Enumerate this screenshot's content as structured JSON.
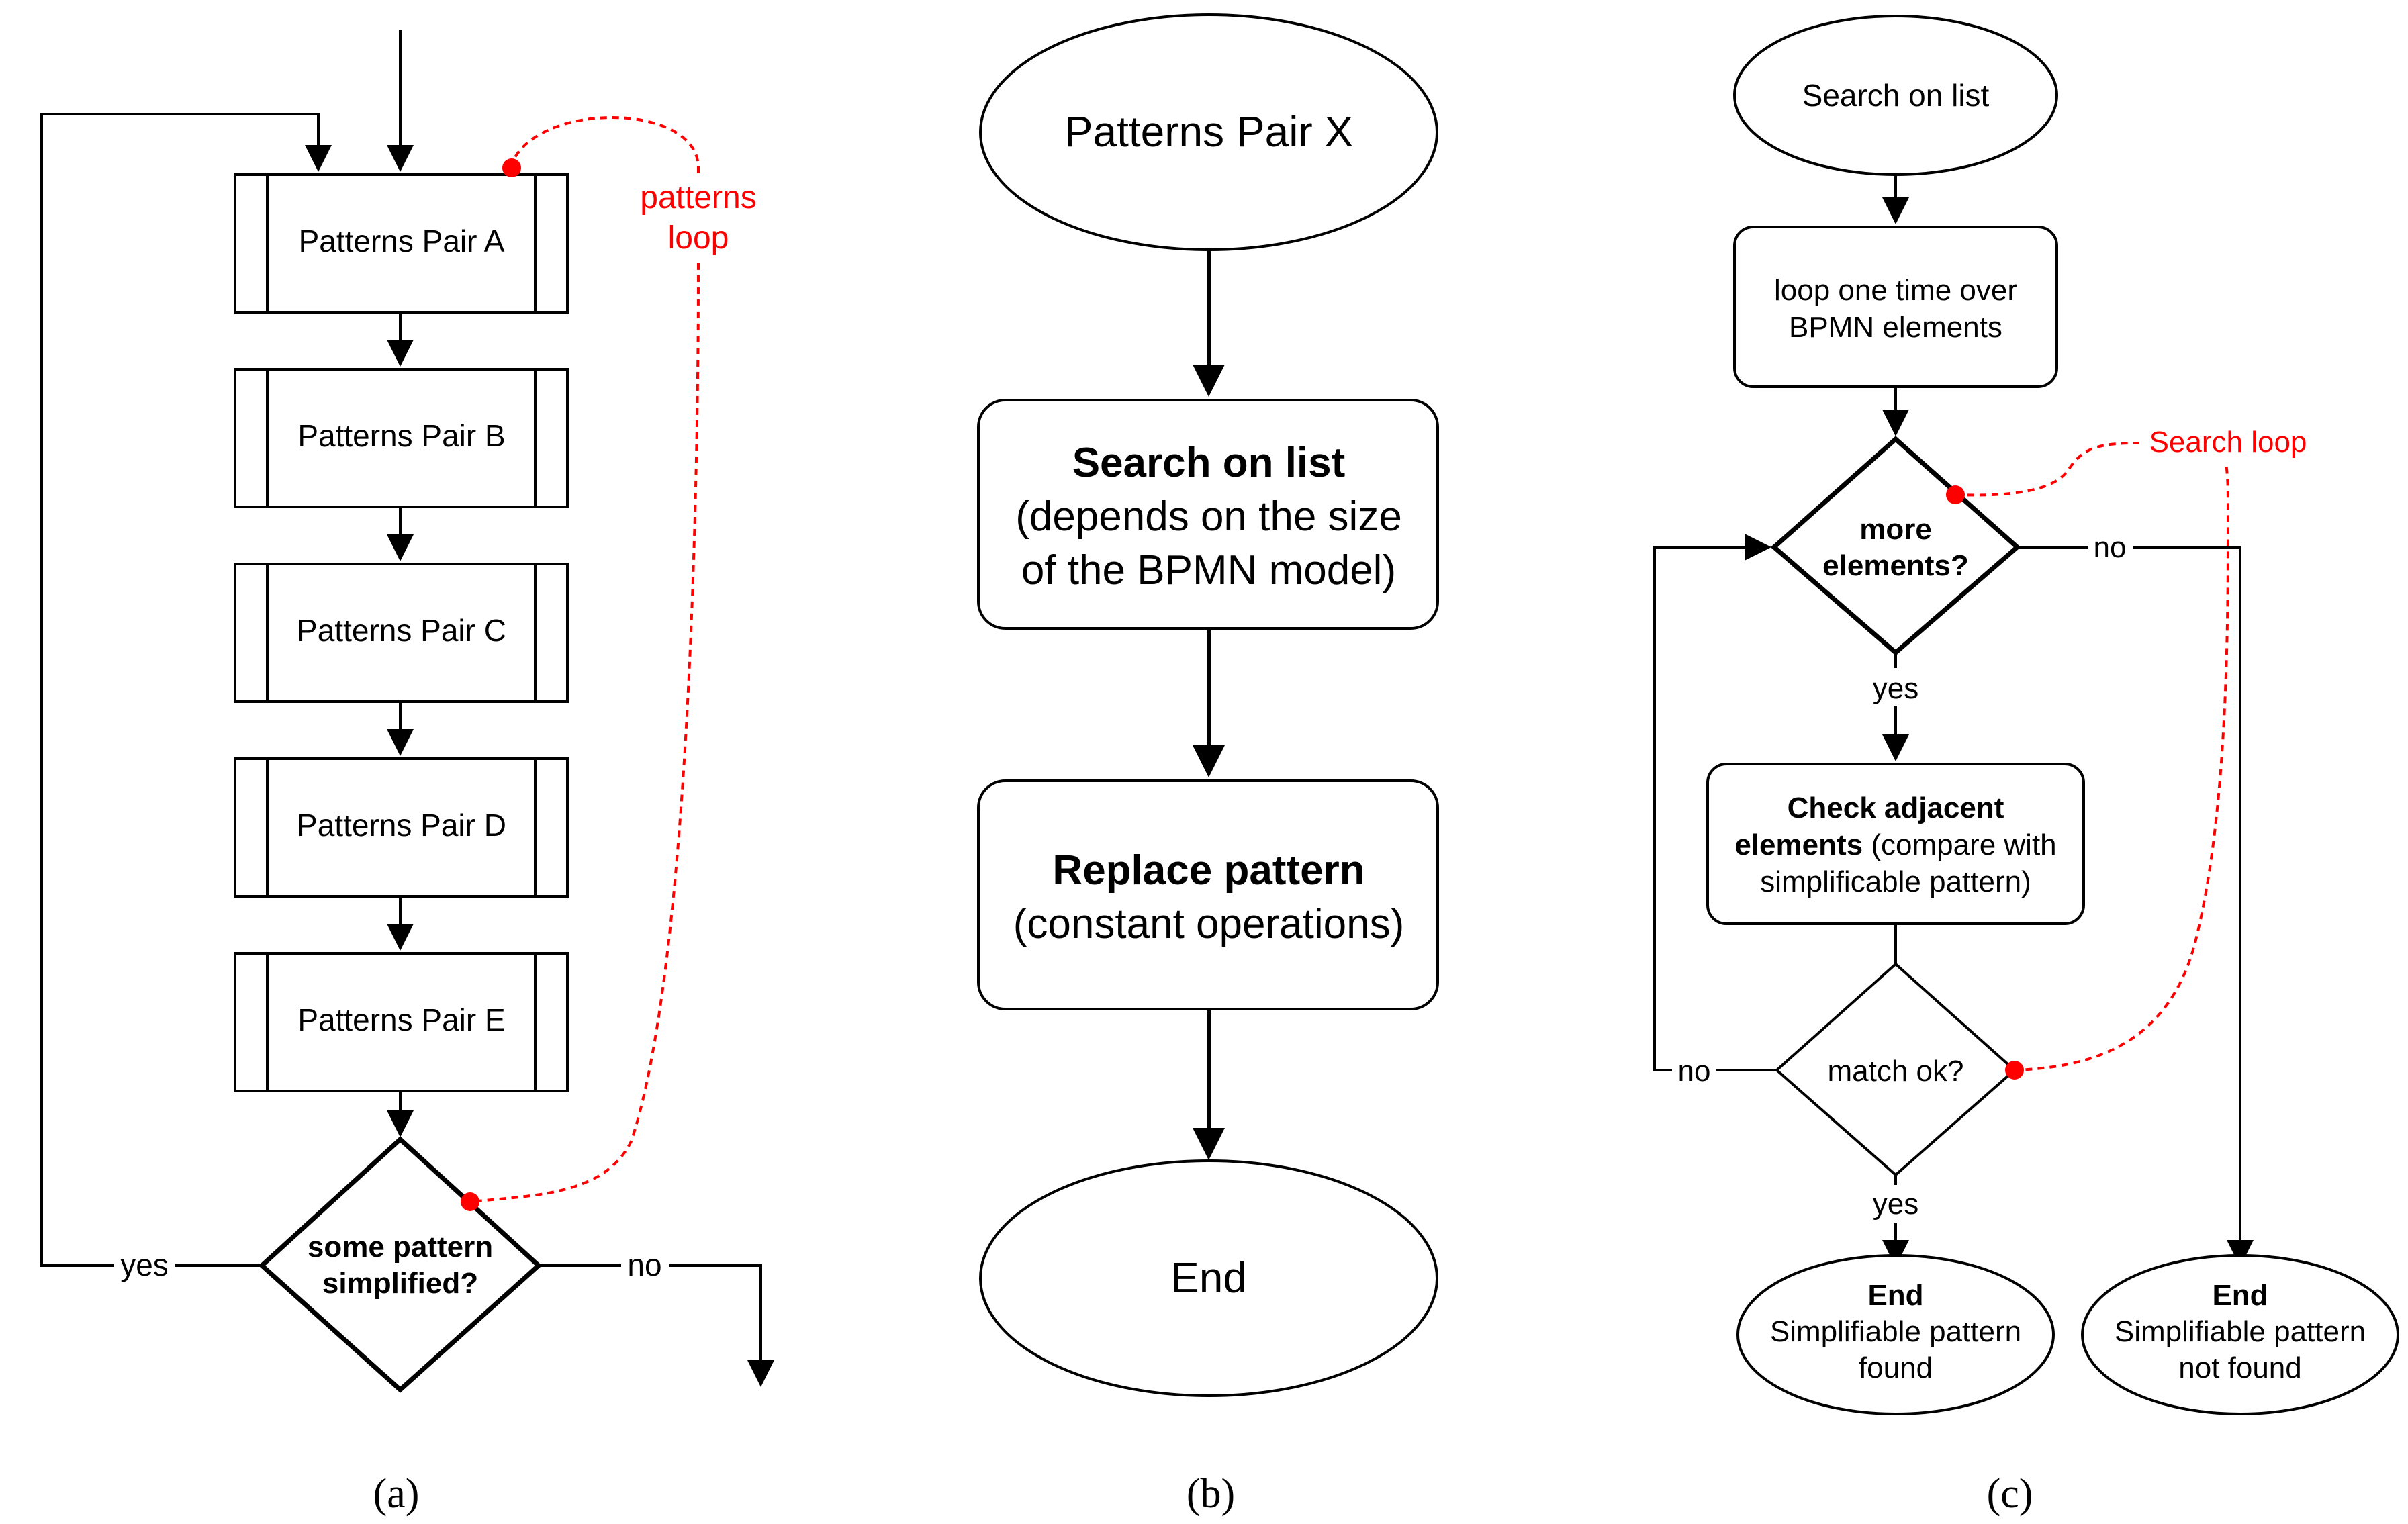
{
  "panel_a": {
    "boxes": [
      "Patterns Pair A",
      "Patterns Pair B",
      "Patterns Pair C",
      "Patterns Pair D",
      "Patterns Pair E"
    ],
    "decision": [
      "some pattern",
      "simplified?"
    ],
    "yes_label": "yes",
    "no_label": "no",
    "loop_label": [
      "patterns",
      "loop"
    ],
    "caption": "(a)"
  },
  "panel_b": {
    "start": "Patterns Pair X",
    "search_title": "Search on list",
    "search_sub": [
      "(depends on the size",
      "of the BPMN model)"
    ],
    "replace_title": "Replace pattern",
    "replace_sub": "(constant operations)",
    "end": "End",
    "caption": "(b)"
  },
  "panel_c": {
    "start": "Search on list",
    "loop_box": [
      "loop one time over",
      "BPMN elements"
    ],
    "more_decision": [
      "more",
      "elements?"
    ],
    "no_label_top": "no",
    "yes_label_top": "yes",
    "check_title": "Check adjacent",
    "check_line2_bold": "elements",
    "check_line2_rest": " (compare with",
    "check_line3": "simplificable pattern)",
    "match_decision": "match ok?",
    "no_label_match": "no",
    "yes_label_match": "yes",
    "end_found": [
      "End",
      "Simplifiable pattern",
      "found"
    ],
    "end_not_found": [
      "End",
      "Simplifiable pattern",
      "not found"
    ],
    "loop_label": "Search loop",
    "caption": "(c)"
  },
  "colors": {
    "loop_red": "#ff0000",
    "line": "#000000"
  }
}
